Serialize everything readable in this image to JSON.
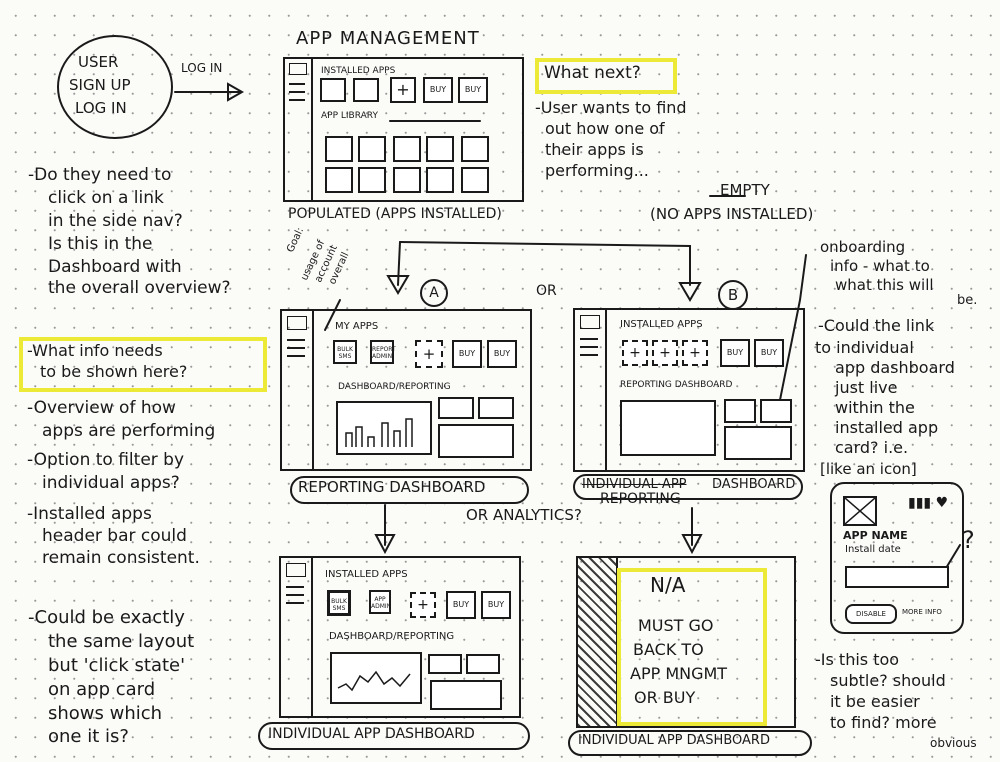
{
  "user_bubble": {
    "line1": "USER",
    "line2": "SIGN UP",
    "line3": "LOG IN",
    "arrow_label": "LOG IN"
  },
  "app_mgmt": {
    "title": "APP MANAGEMENT",
    "installed": "INSTALLED APPS",
    "library": "APP LIBRARY",
    "buy1": "BUY",
    "buy2": "BUY",
    "plus": "+",
    "caption": "POPULATED (APPS INSTALLED)"
  },
  "what_next": {
    "title": "What next?",
    "note": [
      "-User wants to find",
      "out how one of",
      "their apps is",
      "performing..."
    ]
  },
  "empty": {
    "label": "EMPTY",
    "caption": "(NO APPS INSTALLED)"
  },
  "left_q": [
    "-Do they need to",
    "click on a link",
    "in the side nav?",
    "Is this in the",
    "Dashboard with",
    "the overall overview?"
  ],
  "goal_note": [
    "Goal:",
    "usage of",
    "account",
    "overall"
  ],
  "option_a": "A",
  "option_b": "B",
  "or_label": "OR",
  "onboarding": [
    "onboarding",
    "info - what to",
    "what this will",
    "be."
  ],
  "info_box": {
    "title": [
      "-What info needs",
      "to be shown here?"
    ],
    "bullets": [
      "-Overview of how",
      "apps are performing",
      "-Option to filter by",
      "individual apps?",
      "-Installed apps",
      "header bar could",
      "remain consistent."
    ]
  },
  "frame_a": {
    "header": "MY APPS",
    "tile1": "BULK SMS",
    "tile2": "REPORT ADMIN",
    "plus": "+",
    "buy1": "BUY",
    "buy2": "BUY",
    "section": "DASHBOARD/REPORTING",
    "caption": "REPORTING DASHBOARD"
  },
  "frame_b": {
    "header": "INSTALLED APPS",
    "plus": "+",
    "buy1": "BUY",
    "buy2": "BUY",
    "section": "REPORTING DASHBOARD",
    "caption_struck": "INDIVIDUAL APP",
    "caption_rest": "DASHBOARD",
    "caption_alt": "REPORTING"
  },
  "or_analytics": "OR ANALYTICS?",
  "right_notes": [
    "-Could the link",
    "to individual",
    "app dashboard",
    "just live",
    "within the",
    "installed app",
    "card? i.e.",
    "[like an icon]"
  ],
  "app_card": {
    "name": "APP NAME",
    "date": "Install date",
    "disable": "DISABLE",
    "more": "MORE INFO",
    "question": "?"
  },
  "bottom_right_q": [
    "-Is this too",
    "subtle? should",
    "it be easier",
    "to find? more",
    "obvious"
  ],
  "frame_c": {
    "header": "INSTALLED APPS",
    "tile1": "BULK SMS",
    "tile2": "APP ADMIN",
    "plus": "+",
    "buy1": "BUY",
    "buy2": "BUY",
    "section": "DASHBOARD/REPORTING",
    "caption": "INDIVIDUAL APP DASHBOARD"
  },
  "bottom_left_q": [
    "-Could be exactly",
    "the same layout",
    "but 'click state'",
    "on app card",
    "shows which",
    "one it is?"
  ],
  "frame_d": {
    "na": "N/A",
    "lines": [
      "MUST GO",
      "BACK TO",
      "APP MNGMT",
      "OR BUY"
    ],
    "caption": "INDIVIDUAL APP DASHBOARD"
  },
  "colors": {
    "ink": "#1a1a1a",
    "highlight": "#f6f25a",
    "paper": "#fbfbf8"
  }
}
